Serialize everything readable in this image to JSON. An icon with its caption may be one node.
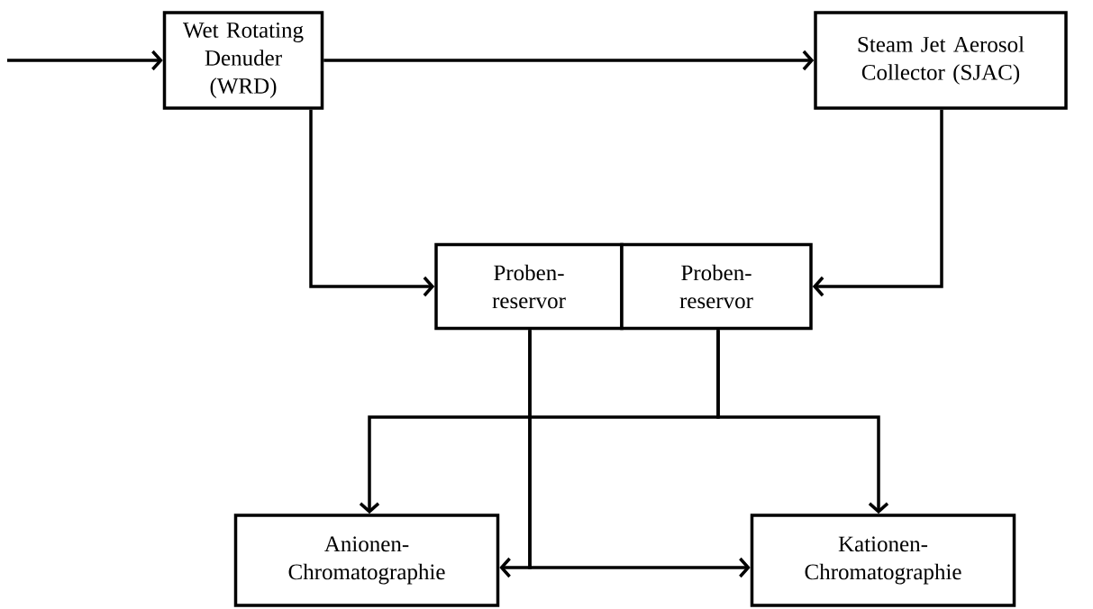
{
  "diagram": {
    "nodes": [
      {
        "text": [
          "Wet Rotating Denuder (WRD)"
        ]
      },
      {
        "text": [
          "Steam Jet Aerosol Collector (SJAC)"
        ]
      },
      {
        "text": [
          "Proben- reservor"
        ]
      },
      {
        "text": [
          "Proben- reservor"
        ]
      },
      {
        "text": [
          "Anionen- Chromatographie"
        ]
      },
      {
        "text": [
          "Kationen- Chromatographie"
        ]
      }
    ],
    "edges": [
      {
        "from": null,
        "to": 0,
        "arrow": "to"
      },
      {
        "from": 0,
        "to": 1,
        "arrow": "to"
      },
      {
        "from": 0,
        "to": 2,
        "arrow": "to"
      },
      {
        "from": 1,
        "to": 3,
        "arrow": "to"
      },
      {
        "from": 2,
        "to": 4,
        "arrow": "to"
      },
      {
        "from": 2,
        "to": 5,
        "arrow": "to"
      },
      {
        "from": 3,
        "to": 4,
        "arrow": "to"
      },
      {
        "from": 3,
        "to": 5,
        "arrow": "to"
      }
    ]
  }
}
